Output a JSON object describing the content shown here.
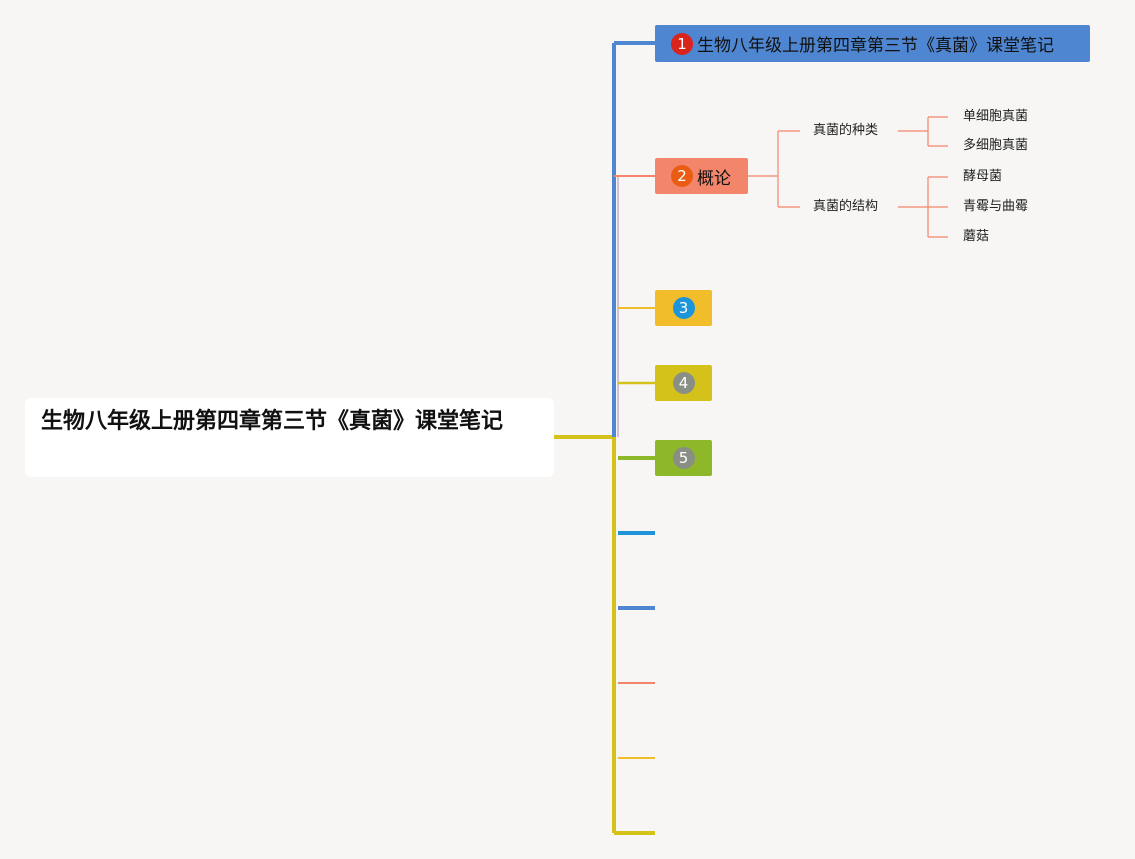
{
  "root": {
    "title": "生物八年级上册第四章第三节《真菌》课堂笔记"
  },
  "topics": [
    {
      "number": "1",
      "label": "生物八年级上册第四章第三节《真菌》课堂笔记"
    },
    {
      "number": "2",
      "label": "概论"
    },
    {
      "number": "3",
      "label": ""
    },
    {
      "number": "4",
      "label": ""
    },
    {
      "number": "5",
      "label": ""
    }
  ],
  "subtopics": [
    {
      "label": "真菌的种类",
      "children": [
        "单细胞真菌",
        "多细胞真菌"
      ]
    },
    {
      "label": "真菌的结构",
      "children": [
        "酵母菌",
        "青霉与曲霉",
        "蘑菇"
      ]
    }
  ],
  "colors": {
    "background": "#f7f6f4",
    "topic1": "#4f86d1",
    "topic2": "#f3856b",
    "topic3": "#f2bd2a",
    "topic4": "#d4c21b",
    "topic5": "#8eb82a",
    "branch_blue": "#1e95d8",
    "trunk": "#d4c21b"
  }
}
